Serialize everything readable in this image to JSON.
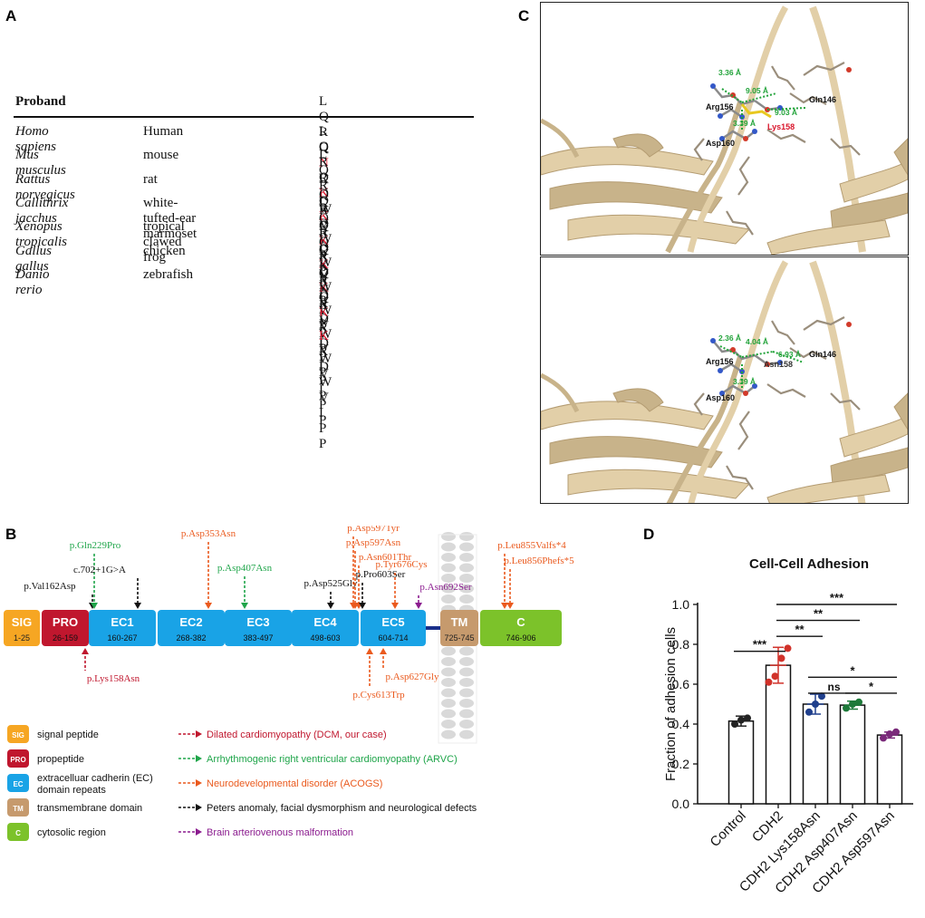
{
  "panels": {
    "a": "A",
    "b": "B",
    "c": "C",
    "d": "D"
  },
  "alignment": {
    "header": {
      "label": "Proband",
      "seq": [
        "L",
        "Q",
        "R",
        "Q",
        "N",
        "R",
        "D",
        "W",
        "V",
        "I",
        "P",
        "P"
      ],
      "highlight": 4
    },
    "rows": [
      {
        "species": "Homo sapiens",
        "common": "Human",
        "seq": [
          "L",
          "Q",
          "R",
          "Q",
          "K",
          "R",
          "D",
          "W",
          "V",
          "I",
          "P",
          "P"
        ]
      },
      {
        "species": "Mus musculus",
        "common": "mouse",
        "seq": [
          "L",
          "Q",
          "R",
          "Q",
          "K",
          "R",
          "D",
          "W",
          "V",
          "I",
          "P",
          "P"
        ]
      },
      {
        "species": "Rattus norvegicus",
        "common": "rat",
        "seq": [
          "L",
          "Q",
          "R",
          "Q",
          "K",
          "R",
          "D",
          "W",
          "V",
          "I",
          "P",
          "P"
        ]
      },
      {
        "species": "Callithrix jacchus",
        "common": "white-tufted-ear marmoset",
        "seq": [
          "L",
          "Q",
          "R",
          "Q",
          "K",
          "R",
          "D",
          "W",
          "V",
          "I",
          "P",
          "P"
        ]
      },
      {
        "species": "Xenopus tropicalis",
        "common": "tropical clawed frog",
        "seq": [
          "L",
          "Q",
          "R",
          "Q",
          "K",
          "R",
          "D",
          "W",
          "V",
          "I",
          "P",
          "P"
        ]
      },
      {
        "species": "Gallus gallus",
        "common": "chicken",
        "seq": [
          "L",
          "K",
          "R",
          "Q",
          "K",
          "R",
          "D",
          "W",
          "V",
          "I",
          "P",
          "P"
        ]
      },
      {
        "species": "Danio rerio",
        "common": "zebrafish",
        "seq": [
          "V",
          "N",
          "R",
          "V",
          "K",
          "R",
          "D",
          "W",
          "V",
          "I",
          "P",
          "P"
        ]
      }
    ],
    "highlight_color": "#d9142a"
  },
  "structures": {
    "top": {
      "residues": [
        "Arg156",
        "Gln146",
        "Asp160"
      ],
      "mutant_residue": "Lys158",
      "distances": [
        "3.36 Å",
        "9.05 Å",
        "9.03 Å",
        "3.39 Å"
      ]
    },
    "bottom": {
      "residues": [
        "Arg156",
        "Gln146",
        "Asp160"
      ],
      "mutant_residue": "Asn158",
      "distances": [
        "2.36 Å",
        "4.04 Å",
        "6.93 Å",
        "3.39 Å"
      ]
    },
    "ribbon_color": "#e2cfa8",
    "distance_color": "#22a33a"
  },
  "domains": {
    "items": [
      {
        "code": "SIG",
        "range": "1-25",
        "color": "#f6a623"
      },
      {
        "code": "PRO",
        "range": "26-159",
        "color": "#c0172e"
      },
      {
        "code": "EC1",
        "range": "160-267",
        "color": "#19a3e6"
      },
      {
        "code": "EC2",
        "range": "268-382",
        "color": "#19a3e6"
      },
      {
        "code": "EC3",
        "range": "383-497",
        "color": "#19a3e6"
      },
      {
        "code": "EC4",
        "range": "498-603",
        "color": "#19a3e6"
      },
      {
        "code": "EC5",
        "range": "604-714",
        "color": "#19a3e6"
      },
      {
        "code": "TM",
        "range": "725-745",
        "color": "#c69a6d"
      },
      {
        "code": "C",
        "range": "746-906",
        "color": "#7cc22a"
      }
    ],
    "variants_above": [
      {
        "label": "p.Val162Asp",
        "color": "#111111"
      },
      {
        "label": "p.Gln229Pro",
        "color": "#1fa54a"
      },
      {
        "label": "c.702+1G>A",
        "color": "#111111"
      },
      {
        "label": "p.Asp353Asn",
        "color": "#ea5a1e"
      },
      {
        "label": "p.Asp407Asn",
        "color": "#1fa54a"
      },
      {
        "label": "p.Asp525Gly",
        "color": "#111111"
      },
      {
        "label": "p.Asp597Tyr",
        "color": "#ea5a1e"
      },
      {
        "label": "p.Asp597Asn",
        "color": "#ea5a1e"
      },
      {
        "label": "p.Asn601Thr",
        "color": "#ea5a1e"
      },
      {
        "label": "p.Pro603Ser",
        "color": "#111111"
      },
      {
        "label": "p.Tyr676Cys",
        "color": "#ea5a1e"
      },
      {
        "label": "p.Asn692Ser",
        "color": "#8b1c8f"
      },
      {
        "label": "p.Leu855Valfs*4",
        "color": "#ea5a1e"
      },
      {
        "label": "p.Leu856Phefs*5",
        "color": "#ea5a1e"
      }
    ],
    "variants_below": [
      {
        "label": "p.Lys158Asn",
        "color": "#c0172e"
      },
      {
        "label": "p.Asp627Gly",
        "color": "#ea5a1e"
      },
      {
        "label": "p.Cys613Trp",
        "color": "#ea5a1e"
      }
    ],
    "legend_domains": [
      {
        "code": "SIG",
        "label": "signal peptide",
        "color": "#f6a623"
      },
      {
        "code": "PRO",
        "label": "propeptide",
        "color": "#c0172e"
      },
      {
        "code": "EC",
        "label": "extracelluar cadherin (EC)",
        "label2": "domain repeats",
        "color": "#19a3e6"
      },
      {
        "code": "TM",
        "label": "transmembrane domain",
        "color": "#c69a6d"
      },
      {
        "code": "C",
        "label": "cytosolic region",
        "color": "#7cc22a"
      }
    ],
    "legend_diseases": [
      {
        "label": "Dilated cardiomyopathy (DCM, our case)",
        "color": "#c0172e"
      },
      {
        "label": "Arrhythmogenic right ventricular cardiomyopathy (ARVC)",
        "color": "#1fa54a"
      },
      {
        "label": "Neurodevelopmental disorder (ACOGS)",
        "color": "#ea5a1e"
      },
      {
        "label": "Peters anomaly, facial dysmorphism and neurological defects",
        "color": "#111111"
      },
      {
        "label": "Brain arteriovenous malformation",
        "color": "#8b1c8f"
      }
    ]
  },
  "chart_data": {
    "type": "bar",
    "title": "Cell-Cell Adhesion",
    "ylabel": "Fraction of adhesion cells",
    "xlabel": "",
    "ylim": [
      0,
      1.0
    ],
    "yticks": [
      "0.0",
      "0.2",
      "0.4",
      "0.6",
      "0.8",
      "1.0"
    ],
    "categories": [
      "Control",
      "CDH2",
      "CDH2 Lys158Asn",
      "CDH2 Asp407Asn",
      "CDH2 Asp597Asn"
    ],
    "values": [
      0.415,
      0.695,
      0.5,
      0.495,
      0.345
    ],
    "errors": [
      0.025,
      0.09,
      0.05,
      0.02,
      0.015
    ],
    "points": [
      [
        0.4,
        0.42,
        0.43
      ],
      [
        0.61,
        0.64,
        0.73,
        0.78
      ],
      [
        0.46,
        0.5,
        0.54
      ],
      [
        0.48,
        0.5,
        0.51
      ],
      [
        0.33,
        0.35,
        0.36
      ]
    ],
    "point_colors": [
      "#222222",
      "#d1322a",
      "#1f3f8c",
      "#1e7a3a",
      "#7a2a7a"
    ],
    "significance": [
      {
        "from": 0,
        "to": 1,
        "label": "***",
        "y": 0.765
      },
      {
        "from": 1,
        "to": 2,
        "label": "**",
        "y": 0.84
      },
      {
        "from": 1,
        "to": 3,
        "label": "**",
        "y": 0.92
      },
      {
        "from": 1,
        "to": 4,
        "label": "***",
        "y": 1.0
      },
      {
        "from": 2,
        "to": 3,
        "label": "ns",
        "y": 0.555
      },
      {
        "from": 2,
        "to": 4,
        "label": "*",
        "y": 0.635
      },
      {
        "from": 3,
        "to": 4,
        "label": "*",
        "y": 0.555
      }
    ],
    "grid": false
  }
}
